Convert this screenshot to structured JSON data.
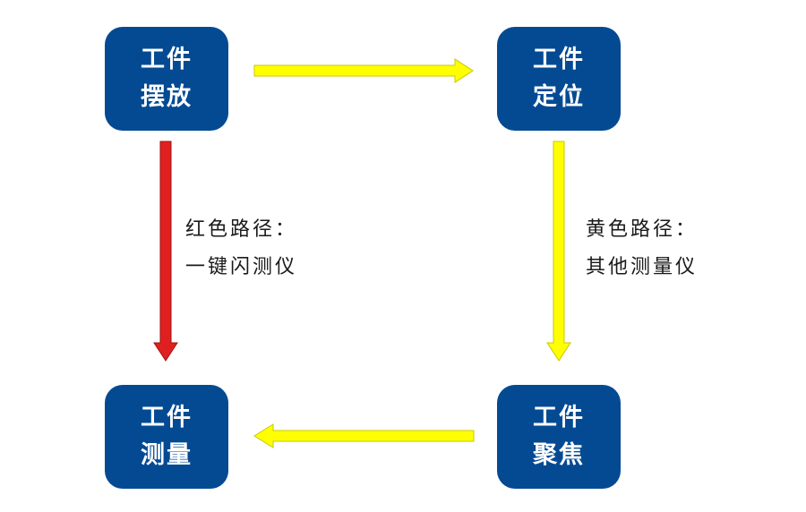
{
  "colors": {
    "node_fill": "#044a93",
    "yellow_arrow": "#ffff00",
    "yellow_arrow_stroke": "#c8c800",
    "red_arrow": "#e02020",
    "red_arrow_stroke": "#a01010"
  },
  "nodes": {
    "place": {
      "line1": "工件",
      "line2": "摆放"
    },
    "locate": {
      "line1": "工件",
      "line2": "定位"
    },
    "measure": {
      "line1": "工件",
      "line2": "测量"
    },
    "focus": {
      "line1": "工件",
      "line2": "聚焦"
    }
  },
  "edges": [
    {
      "from": "place",
      "to": "locate",
      "color": "yellow"
    },
    {
      "from": "locate",
      "to": "focus",
      "color": "yellow"
    },
    {
      "from": "focus",
      "to": "measure",
      "color": "yellow"
    },
    {
      "from": "place",
      "to": "measure",
      "color": "red"
    }
  ],
  "labels": {
    "red_path": {
      "line1": "红色路径：",
      "line2": "一键闪测仪"
    },
    "yellow_path": {
      "line1": "黄色路径：",
      "line2": "其他测量仪"
    }
  }
}
